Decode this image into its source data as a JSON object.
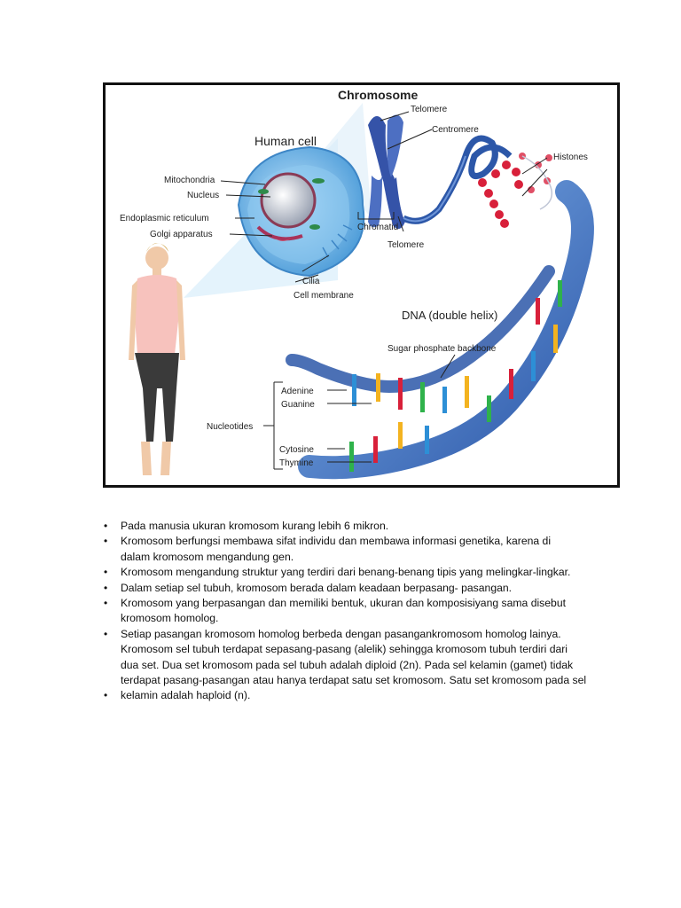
{
  "figure": {
    "title": "Chromosome",
    "human_cell": "Human cell",
    "labels": {
      "telomere_top": "Telomere",
      "centromere": "Centromere",
      "histones": "Histones",
      "mitochondria": "Mitochondria",
      "nucleus": "Nucleus",
      "endoplasmic_reticulum": "Endoplasmic reticulum",
      "golgi": "Golgi apparatus",
      "chromatid": "Chromatid",
      "telomere_bottom": "Telomere",
      "cilia": "Cilia",
      "cell_membrane": "Cell membrane",
      "dna": "DNA (double helix)",
      "backbone": "Sugar phosphate backbone",
      "adenine": "Adenine",
      "guanine": "Guanine",
      "nucleotides": "Nucleotides",
      "cytosine": "Cytosine",
      "thymine": "Thymine"
    }
  },
  "bullets": [
    "Pada manusia ukuran kromosom kurang lebih 6 mikron.",
    "Kromosom berfungsi membawa sifat individu dan membawa informasi genetika, karena di",
    "dalam kromosom mengandung gen.",
    "Kromosom mengandung struktur yang terdiri dari benang-benang tipis yang melingkar-lingkar.",
    "Dalam setiap sel tubuh, kromosom berada dalam keadaan berpasang- pasangan.",
    "Kromosom yang berpasangan dan memiliki bentuk, ukuran dan komposisiyang sama disebut",
    "kromosom homolog.",
    "Setiap pasangan kromosom homolog berbeda dengan pasangankromosom homolog lainya.",
    "Kromosom sel tubuh terdapat sepasang-pasang (alelik) sehingga kromosom tubuh terdiri dari",
    "dua set. Dua set kromosom pada sel tubuh adalah diploid (2n). Pada sel kelamin (gamet) tidak",
    "terdapat pasang-pasangan atau hanya terdapat satu set kromosom. Satu set kromosom pada sel",
    "kelamin adalah haploid (n)."
  ],
  "colors": {
    "dna_blue": "#3f6fc2",
    "chromosome_blue": "#3553a8",
    "histone_red": "#d8203a",
    "cell_blue": "#58a8e0"
  }
}
